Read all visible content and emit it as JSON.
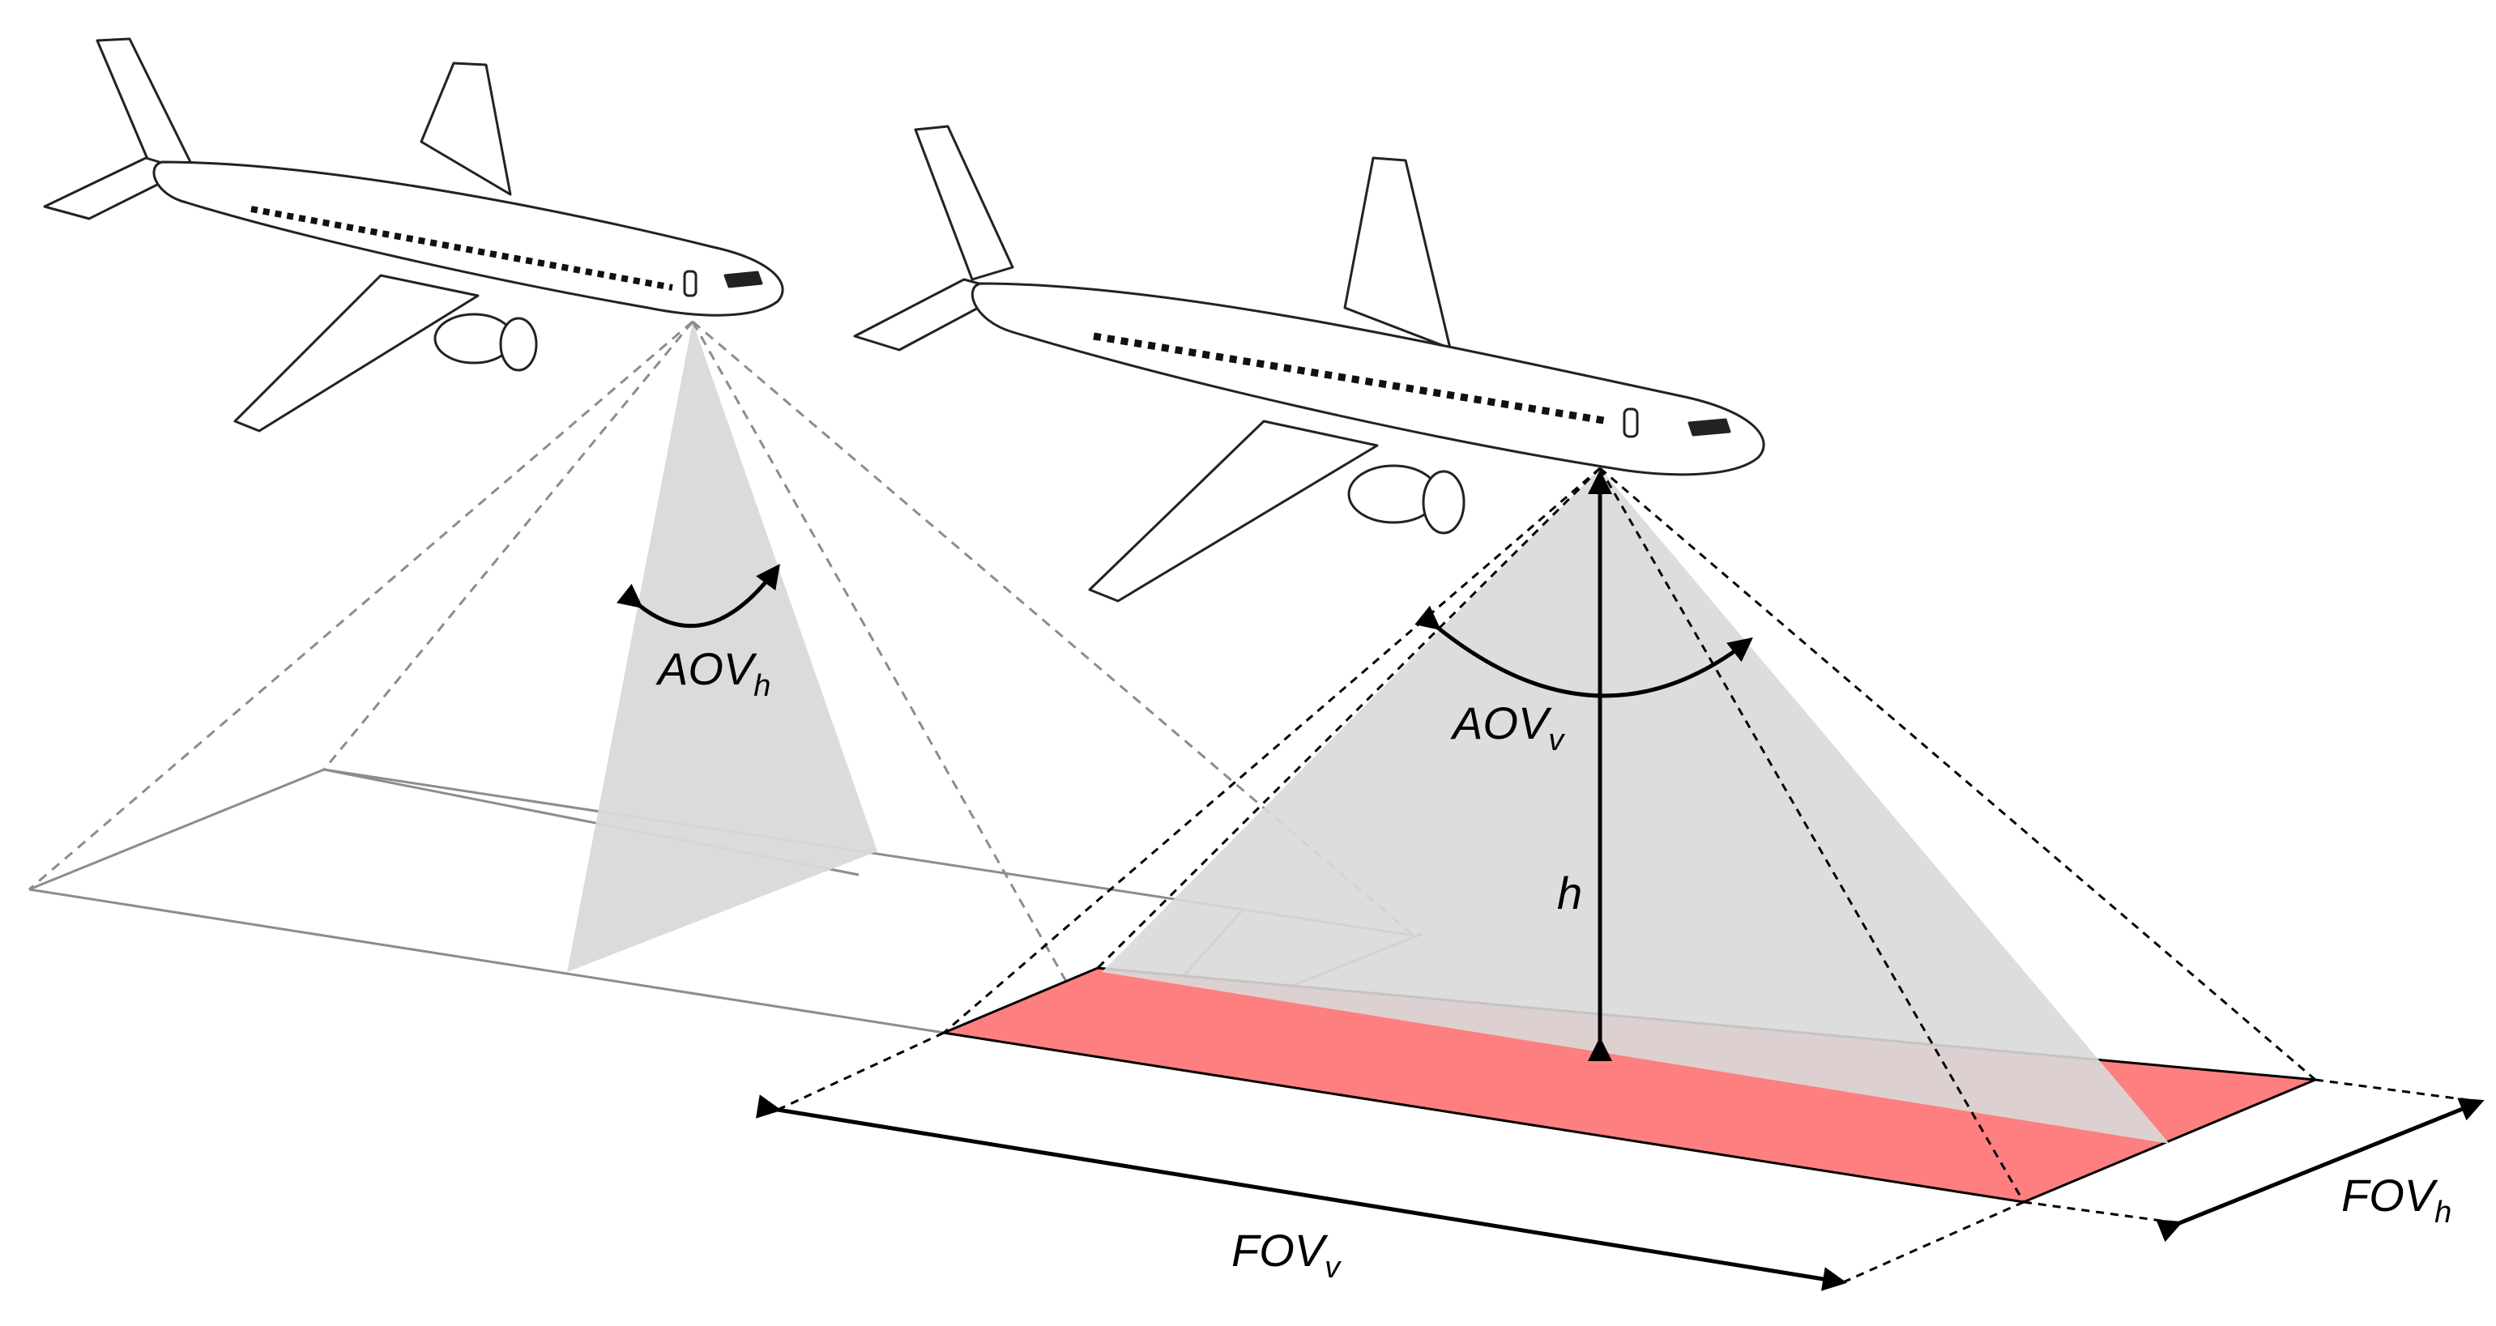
{
  "labels": {
    "aov_h": {
      "main": "AOV",
      "sub": "h"
    },
    "aov_v": {
      "main": "AOV",
      "sub": "v"
    },
    "height": "h",
    "fov_v": {
      "main": "FOV",
      "sub": "v"
    },
    "fov_h": {
      "main": "FOV",
      "sub": "h"
    }
  },
  "colors": {
    "footprint": "#fe7f7f",
    "cone": "#d9d9d9",
    "dashed": "#888888",
    "ink": "#000000"
  }
}
